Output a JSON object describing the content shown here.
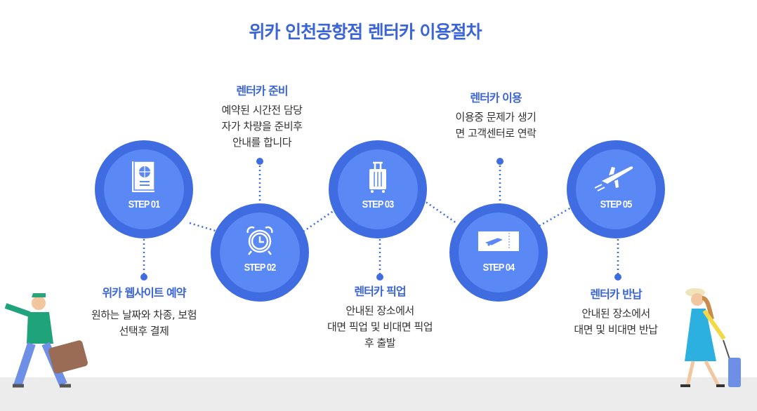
{
  "title": "위카 인천공항점 렌터카 이용절차",
  "colors": {
    "accent": "#3a64d8",
    "ring": "#3f6ce0",
    "fill": "#5a88f4"
  },
  "steps": [
    {
      "label": "STEP 01",
      "icon": "passport-icon",
      "heading": "위카 웹사이트 예약",
      "lines": [
        "원하는 날짜와 차종, 보험",
        "선택후 결제"
      ]
    },
    {
      "label": "STEP 02",
      "icon": "alarm-clock-icon",
      "heading": "렌터카 준비",
      "lines": [
        "예약된 시간전 담당",
        "자가 차량을 준비후",
        "안내를 합니다"
      ]
    },
    {
      "label": "STEP 03",
      "icon": "suitcase-icon",
      "heading": "렌터카 픽업",
      "lines": [
        "안내된 장소에서",
        "대면 픽업 및 비대면 픽업",
        "후 출발"
      ]
    },
    {
      "label": "STEP 04",
      "icon": "ticket-icon",
      "heading": "렌터카 이용",
      "lines": [
        "이용중 문제가 생기",
        "면 고객센터로 연락"
      ]
    },
    {
      "label": "STEP 05",
      "icon": "airplane-icon",
      "heading": "렌터카 반납",
      "lines": [
        "안내된 장소에서",
        "대면 및 비대면 반납"
      ]
    }
  ]
}
